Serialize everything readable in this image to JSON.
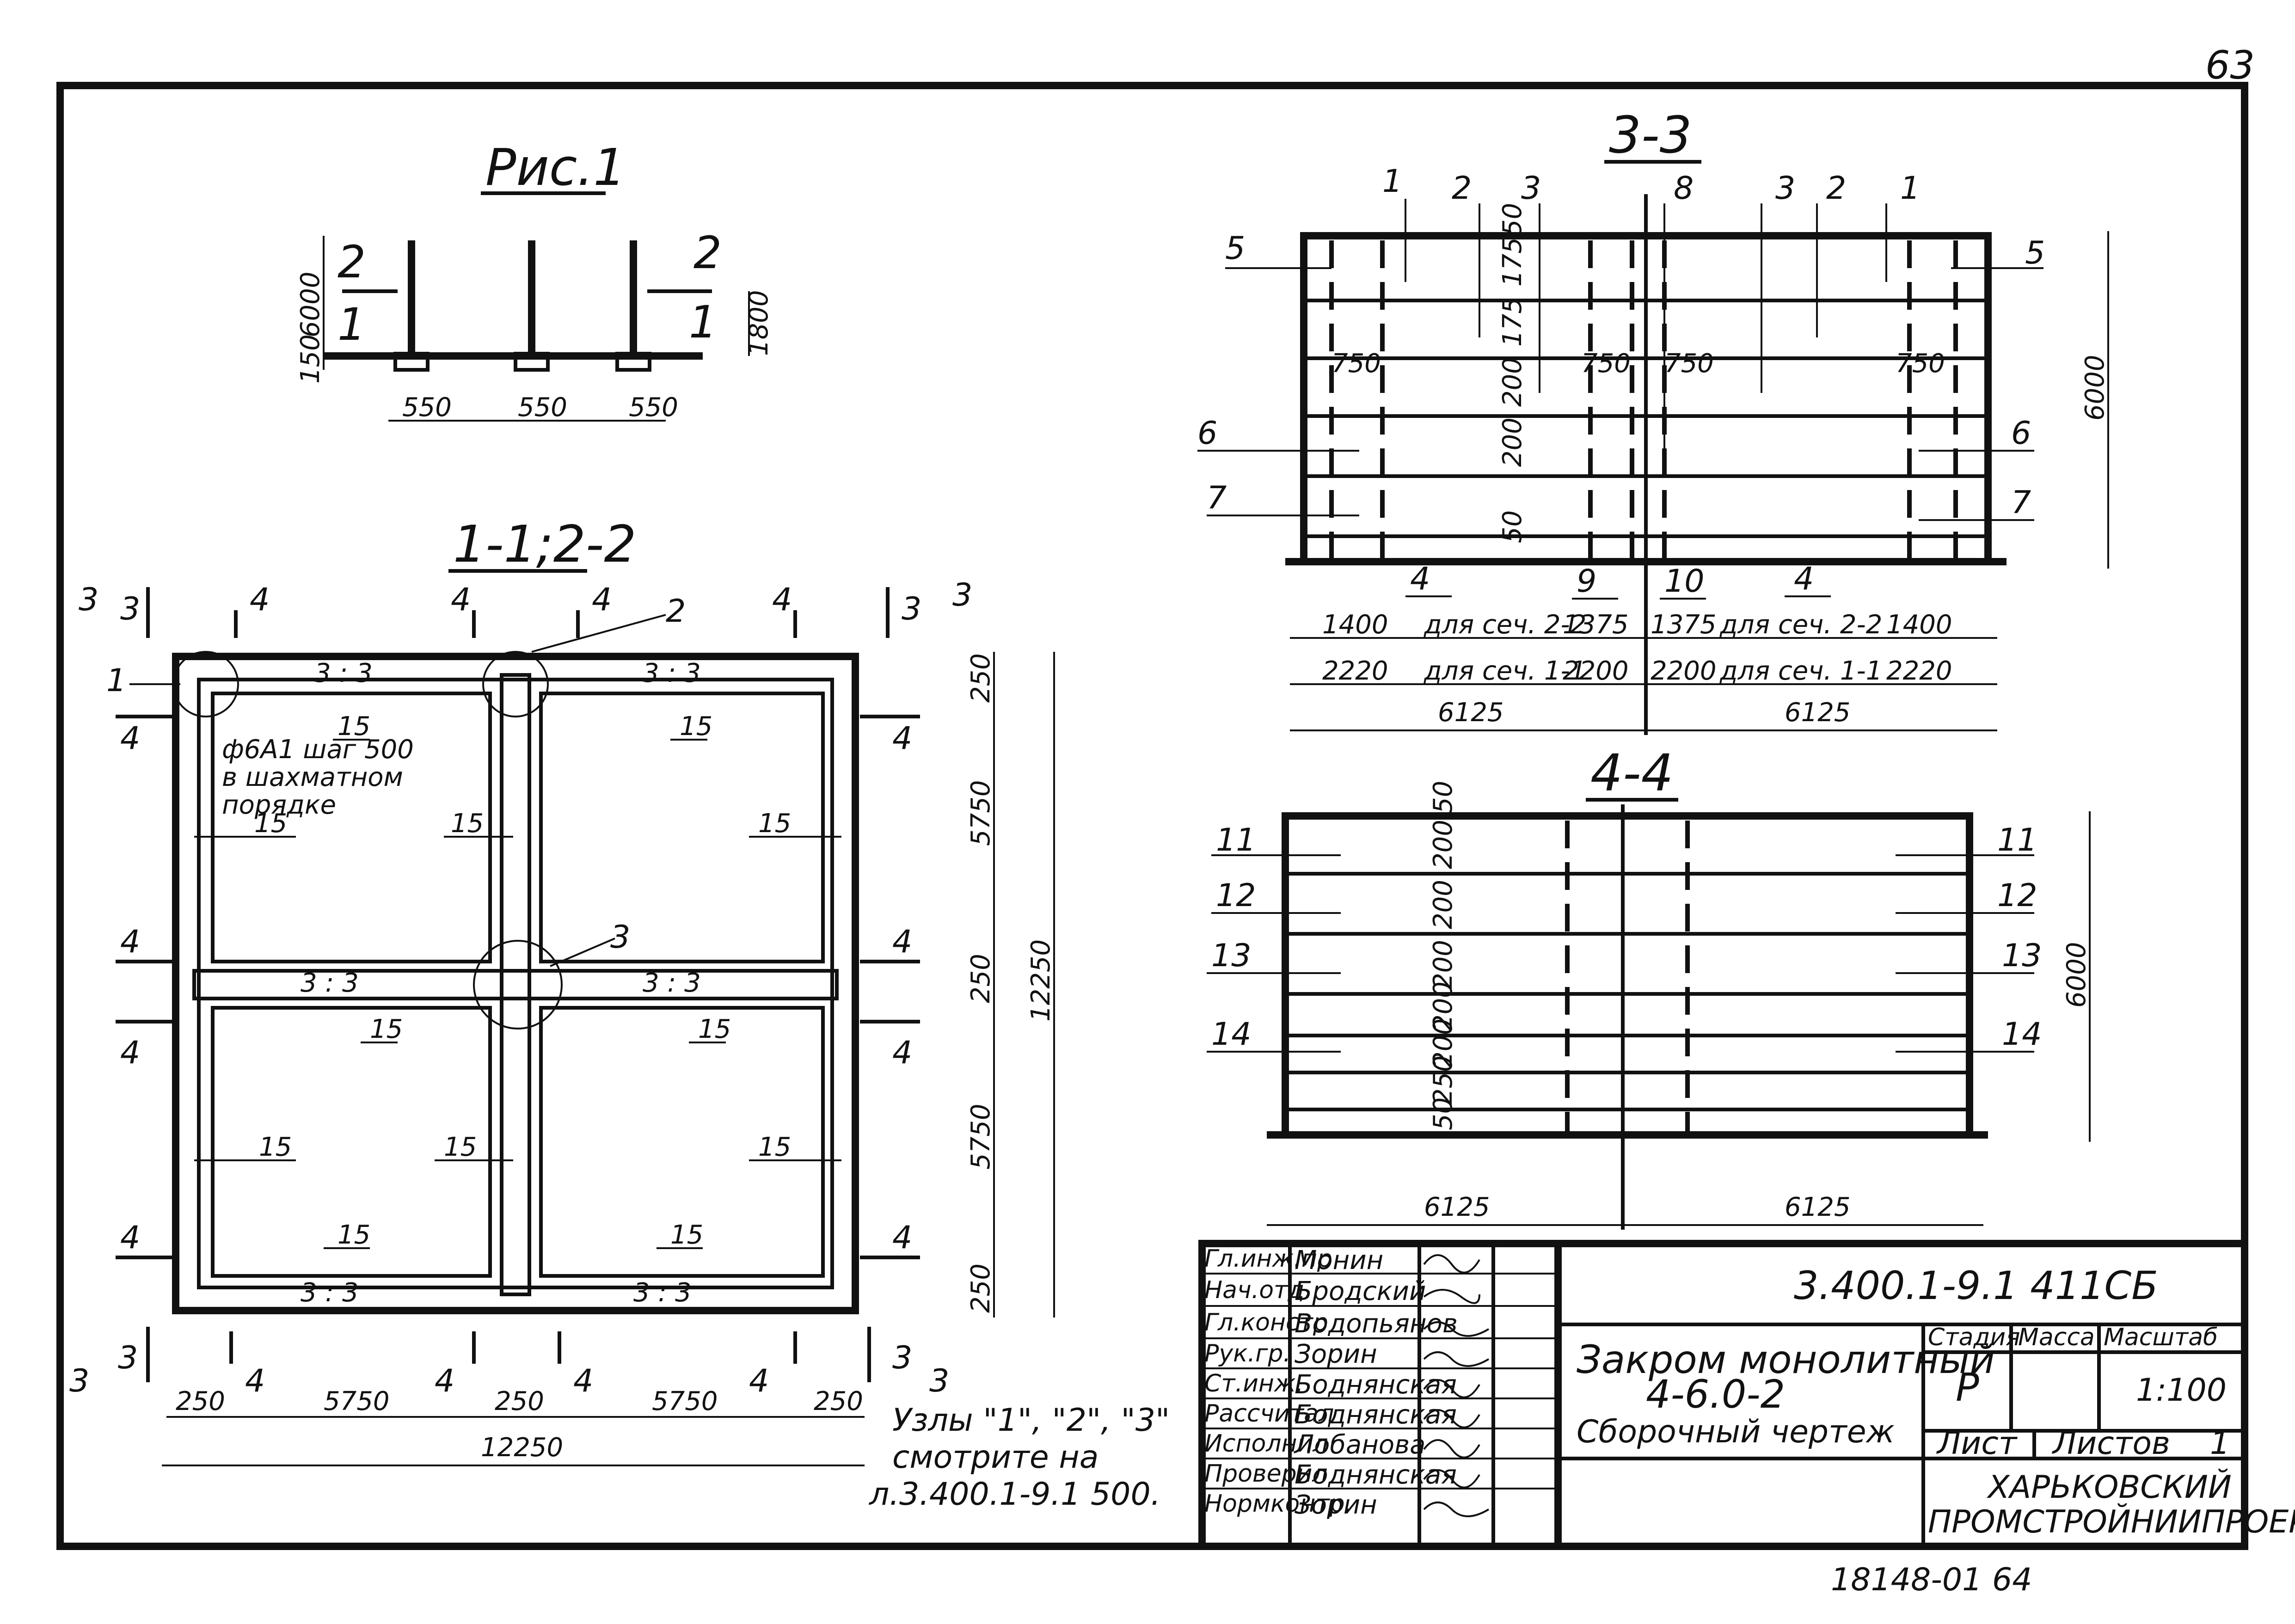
{
  "page": {
    "page_number": "63",
    "bottom_code": "18148-01   64"
  },
  "fig1": {
    "title": "Рис.1",
    "dim_height": "6000",
    "dim_base": "150",
    "dim_side": "1800",
    "dims": [
      "550",
      "550",
      "550"
    ],
    "cut_left_top": "2",
    "cut_left_bottom": "1",
    "cut_right_top": "2",
    "cut_right_bottom": "1"
  },
  "plan": {
    "title": "1-1;2-2",
    "note_line1": "ф6А1 шаг 500",
    "note_line2": "в шахматном",
    "note_line3": "порядке",
    "node_labels": [
      "1",
      "2",
      "3"
    ],
    "rebar_label": "15",
    "cut_labels": {
      "c3": "3",
      "c4": "4"
    },
    "dims_bottom": [
      "250",
      "5750",
      "250",
      "5750",
      "250"
    ],
    "dim_total_bottom": "12250",
    "dims_right": [
      "250",
      "5750",
      "250",
      "5750",
      "250"
    ],
    "dim_total_right": "12250",
    "bar_mark": "3 : 3"
  },
  "section33": {
    "title": "3-3",
    "top_labels": [
      "1",
      "2",
      "3",
      "8",
      "3",
      "2",
      "1"
    ],
    "left_labels": [
      "5",
      "6",
      "7"
    ],
    "right_labels": [
      "5",
      "6",
      "7"
    ],
    "inner_dims": [
      "50",
      "175",
      "175",
      "200",
      "200",
      "50"
    ],
    "small_dims": [
      "750",
      "750",
      "750",
      "750"
    ],
    "dim_height": "6000",
    "bottom_labels": [
      "4",
      "9",
      "10",
      "4"
    ],
    "row1": [
      "1400",
      "для сеч. 2-2",
      "1375",
      "1375",
      "для сеч. 2-2",
      "1400"
    ],
    "row2": [
      "2220",
      "для сеч. 1-1",
      "2200",
      "2200",
      "для сеч. 1-1",
      "2220"
    ],
    "row3": [
      "6125",
      "6125"
    ]
  },
  "section44": {
    "title": "4-4",
    "left_labels": [
      "11",
      "12",
      "13",
      "14"
    ],
    "right_labels": [
      "11",
      "12",
      "13",
      "14"
    ],
    "inner_dims": [
      "50",
      "200",
      "200",
      "200",
      "200",
      "200",
      "250",
      "50"
    ],
    "dim_height": "6000",
    "dims_bottom": [
      "6125",
      "6125"
    ]
  },
  "nodes_note": {
    "line1": "Узлы \"1\", \"2\", \"3\"",
    "line2": "смотрите   на",
    "line3": "л.3.400.1-9.1  500."
  },
  "title_block": {
    "roles": [
      "Гл.инж.пр",
      "Нач.отд.",
      "Гл.констр",
      "Рук.гр.",
      "Ст.инж.",
      "Рассчитал",
      "Исполнил",
      "Проверил",
      "Нормконтр."
    ],
    "names": [
      "Монин",
      "Бродский",
      "Водопьянов",
      "Зорин",
      "Боднянская",
      "Боднянская",
      "Лобанова",
      "Боднянская",
      "Зорин"
    ],
    "code": "3.400.1-9.1  411СБ",
    "name_line1": "Закром монолитный",
    "name_line2": "4-6.0-2",
    "name_line3": "Сборочный  чертеж",
    "col_stage": "Стадия",
    "col_mass": "Масса",
    "col_scale": "Масштаб",
    "stage": "Р",
    "scale": "1:100",
    "sheet_label": "Лист",
    "sheets_label": "Листов",
    "sheets": "1",
    "org_line1": "ХАРЬКОВСКИЙ",
    "org_line2": "ПРОМСТРОЙНИИПРОЕКТ"
  }
}
